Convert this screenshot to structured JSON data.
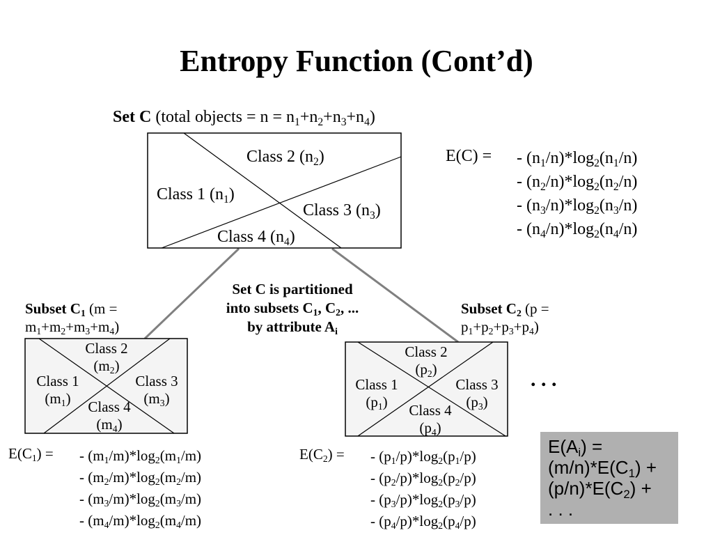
{
  "title": "Entropy Function (Cont’d)",
  "set_c": {
    "label": "Set C",
    "desc_prefix": "(total objects = n = n",
    "desc_tail": ")",
    "classes": [
      {
        "name": "Class 1 (n",
        "sub": "1",
        "close": ")"
      },
      {
        "name": "Class 2 (n",
        "sub": "2",
        "close": ")"
      },
      {
        "name": "Class 3 (n",
        "sub": "3",
        "close": ")"
      },
      {
        "name": "Class 4 (n",
        "sub": "4",
        "close": ")"
      }
    ]
  },
  "ec": {
    "lhs": "E(C) =",
    "terms": [
      {
        "i": "1"
      },
      {
        "i": "2"
      },
      {
        "i": "3"
      },
      {
        "i": "4"
      }
    ]
  },
  "partition_note": {
    "line1": "Set C is partitioned",
    "line2": "into subsets C",
    "line2_mid": ", C",
    "line2_end": ", ...",
    "line3": "by attribute A",
    "line3_sub": "i"
  },
  "subset1": {
    "label": "Subset C",
    "label_sub": "1",
    "desc1": "(m =",
    "classes": [
      {
        "line1": "Class 2",
        "line2": "(m",
        "sub": "2"
      },
      {
        "line1": "Class 1",
        "line2": "(m",
        "sub": "1"
      },
      {
        "line1": "Class 3",
        "line2": "(m",
        "sub": "3"
      },
      {
        "line1": "Class 4",
        "line2": "(m",
        "sub": "4"
      }
    ],
    "lhs": "E(C",
    "lhs_sub": "1",
    "lhs_tail": ") ="
  },
  "subset2": {
    "label": "Subset C",
    "label_sub": "2",
    "desc1": "(p =",
    "classes": [
      {
        "line1": "Class 2",
        "line2": "(p",
        "sub": "2"
      },
      {
        "line1": "Class 1",
        "line2": "(p",
        "sub": "1"
      },
      {
        "line1": "Class 3",
        "line2": "(p",
        "sub": "3"
      },
      {
        "line1": "Class 4",
        "line2": "(p",
        "sub": "4"
      }
    ],
    "lhs": "E(C",
    "lhs_sub": "2",
    "lhs_tail": ") ="
  },
  "ellipsis": ". . .",
  "eai": {
    "line1_pre": "E(A",
    "line1_sub": "i",
    "line1_post": ") =",
    "line2_pre": "(m/n)*E(C",
    "line2_sub": "1",
    "line2_post": ") +",
    "line3_pre": "(p/n)*E(C",
    "line3_sub": "2",
    "line3_post": ") +",
    "line4": ". . ."
  },
  "colors": {
    "subset_box_fill": "#f4f4f4",
    "connector": "#808080",
    "result_box": "#b0b0b0"
  }
}
